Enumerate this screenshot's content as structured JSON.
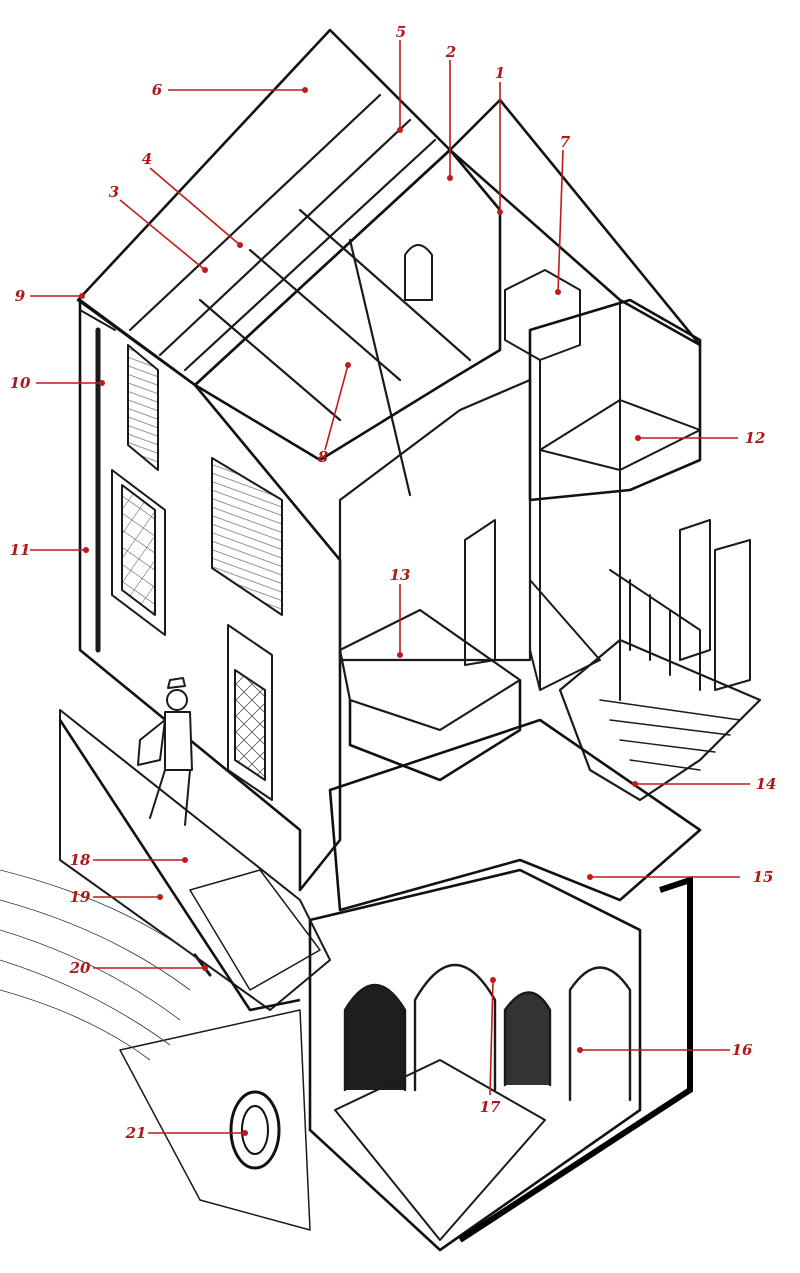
{
  "labels": [
    "1",
    "2",
    "3",
    "4",
    "5",
    "6",
    "7",
    "8",
    "9",
    "10",
    "11",
    "12",
    "13",
    "14",
    "15",
    "16",
    "17",
    "18",
    "19",
    "20",
    "21"
  ],
  "colors": {
    "ink": "#1a1a1a",
    "label": "#b01818",
    "paper": "#ffffff",
    "shade": "#d9d9d9"
  }
}
